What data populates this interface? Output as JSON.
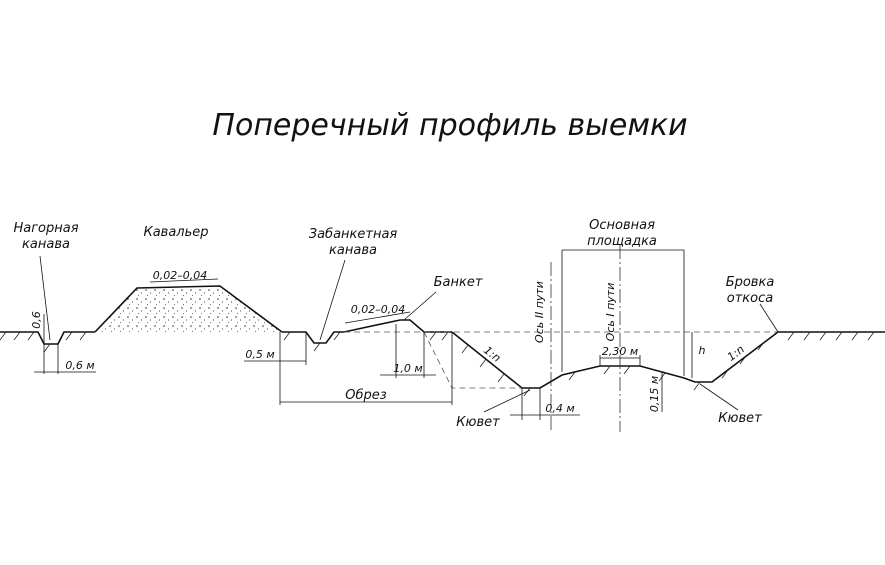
{
  "title": "Поперечный профиль выемки",
  "labels": {
    "nagornaya": [
      "Нагорная",
      "канава"
    ],
    "kavalier": "Кавальер",
    "zabanket": [
      "Забанкетная",
      "канава"
    ],
    "banket": "Банкет",
    "osnovnaya": [
      "Основная",
      "площадка"
    ],
    "brovka": [
      "Бровка",
      "откоса"
    ],
    "kuvet_left": "Кювет",
    "kuvet_right": "Кювет",
    "obrez": "Обрез",
    "os_2": "Ось II пути",
    "os_1": "Ось I пути"
  },
  "dimensions": {
    "d_06_v": "0,6",
    "d_06_m": "0,6 м",
    "d_slope_kav": "0,02–0,04",
    "d_slope_ban": "0,02–0,04",
    "d_05_m": "0,5 м",
    "d_10_m": "1,0 м",
    "d_04_m": "0,4 м",
    "d_230_m": "2,30 м",
    "d_015_m": "0,15 м",
    "d_h": "h",
    "d_1n_left": "1:n",
    "d_1n_right": "1:n"
  }
}
